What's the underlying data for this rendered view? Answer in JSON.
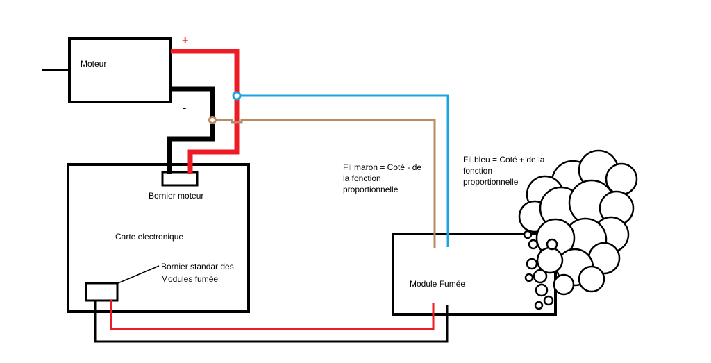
{
  "labels": {
    "motor": "Moteur",
    "plus_sign": "+",
    "minus_sign": "-",
    "terminal_motor": "Bornier moteur",
    "board": "Carte electronique",
    "standard_terminal_line1": "Bornier standar des",
    "standard_terminal_line2": "Modules fumée",
    "smoke_module": "Module Fumée",
    "brown_note": [
      "Fil maron = Coté - de",
      "la fonction",
      "proportionnelle"
    ],
    "blue_note": [
      "Fil bleu = Coté + de la",
      "fonction",
      "proportionnelle"
    ]
  },
  "colors": {
    "positive_wire": "#ed1c24",
    "negative_wire": "#000000",
    "blue_wire": "#1fa3e0",
    "brown_wire": "#b98a63",
    "outline": "#000000"
  }
}
